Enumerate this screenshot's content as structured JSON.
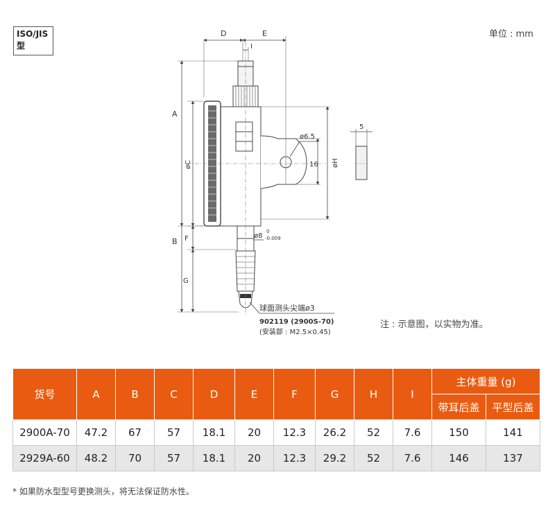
{
  "badge": {
    "line1": "ISO/JIS",
    "line2": "型"
  },
  "unit_label": "单位 : mm",
  "note": "注 : 示意图，以实物为准。",
  "footnote": "* 如果防水型型号更换测头，将无法保证防水性。",
  "dimensions": {
    "A": "A",
    "B": "B",
    "C": "øC",
    "D": "D",
    "E": "E",
    "F": "F",
    "G": "G",
    "H": "øH",
    "I": "I",
    "hole": "ø6.5",
    "lug_height": "16",
    "lug_thickness": "5",
    "stem": "ø8",
    "stem_tol_upper": "0",
    "stem_tol_lower": "-0.009"
  },
  "callout": {
    "tip": "球面测头尖端ø3",
    "part_no": "902119 (2900S-70)",
    "mount": "(安装部 : M2.5×0.45)"
  },
  "table": {
    "headers": {
      "item": "货号",
      "A": "A",
      "B": "B",
      "C": "C",
      "D": "D",
      "E": "E",
      "F": "F",
      "G": "G",
      "H": "H",
      "I": "I",
      "weight": "主体重量 (g)",
      "lug_back": "带耳后盖",
      "flat_back": "平型后盖"
    },
    "rows": [
      {
        "item": "2900A-70",
        "A": "47.2",
        "B": "67",
        "C": "57",
        "D": "18.1",
        "E": "20",
        "F": "12.3",
        "G": "26.2",
        "H": "52",
        "I": "7.6",
        "lug": "150",
        "flat": "141"
      },
      {
        "item": "2929A-60",
        "A": "48.2",
        "B": "70",
        "C": "57",
        "D": "18.1",
        "E": "20",
        "F": "12.3",
        "G": "29.2",
        "H": "52",
        "I": "7.6",
        "lug": "146",
        "flat": "137"
      }
    ]
  },
  "colors": {
    "header_bg": "#e95b11",
    "row_alt_bg": "#e7e7e7"
  }
}
